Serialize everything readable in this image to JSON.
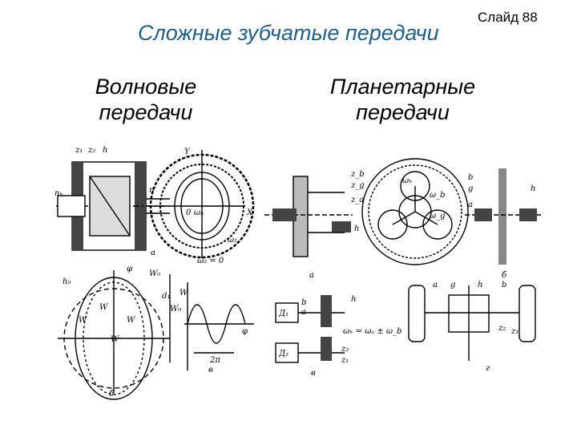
{
  "slide": {
    "number_label": "Слайд 88"
  },
  "title": "Сложные зубчатые передачи",
  "columns": {
    "left": {
      "line1": "Волновые",
      "line2": "передачи"
    },
    "right": {
      "line1": "Планетарные",
      "line2": "передачи"
    }
  },
  "figures": {
    "wave": {
      "caption_a": "а",
      "caption_b": "б",
      "caption_v": "в",
      "labels": {
        "z1": "z₁",
        "z2": "z₂",
        "h": "h",
        "nh": "nₕ",
        "n": "n",
        "Y": "Y",
        "X": "X",
        "O": "0",
        "omega_h": "ωₕ",
        "omega1": "ω₁",
        "omega2_zero": "ω₂ = 0",
        "h0": "h₀",
        "phi": "φ",
        "W0": "W₀",
        "W": "W",
        "d1": "d₁",
        "wamp": "W₀",
        "two_pi": "2π",
        "phi_axis": "φ"
      }
    },
    "planetary": {
      "caption_a": "а",
      "caption_b": "б",
      "caption_v": "в",
      "caption_g": "г",
      "labels": {
        "zb": "z_b",
        "zg": "z_g",
        "za": "z_a",
        "h": "h",
        "omega_h": "ωₕ",
        "omega_b": "ω_b",
        "omega_g": "ω_g",
        "b": "b",
        "g": "g",
        "a": "a",
        "D1": "Д₁",
        "D2": "Д₂",
        "z2": "z₂",
        "z1": "z₁",
        "formula": "ωₕ = ωₐ ± ω_b"
      }
    }
  }
}
